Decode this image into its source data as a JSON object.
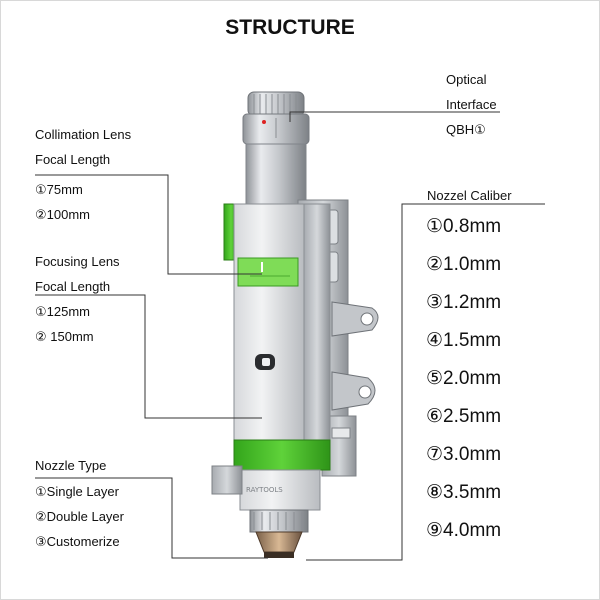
{
  "title": "STRUCTURE",
  "optical": {
    "line1": "Optical",
    "line2": "Interface",
    "line3": "QBH①"
  },
  "collimation": {
    "line1": "Collimation Lens",
    "line2": "Focal Length",
    "options": [
      "①75mm",
      "②100mm"
    ]
  },
  "focusing": {
    "line1": "Focusing Lens",
    "line2": "Focal Length",
    "options": [
      "①125mm",
      "② 150mm"
    ]
  },
  "nozzle_type": {
    "heading": "Nozzle Type",
    "options": [
      "①Single Layer",
      "②Double Layer",
      "③Customerize"
    ]
  },
  "nozzle_caliber": {
    "heading": "Nozzel Caliber",
    "options": [
      "①0.8mm",
      "②1.0mm",
      "③1.2mm",
      "④1.5mm",
      "⑤2.0mm",
      "⑥2.5mm",
      "⑦3.0mm",
      "⑧3.5mm",
      "⑨4.0mm"
    ]
  },
  "brand": "RAYTOOLS",
  "colors": {
    "accent_green": "#4cc02a",
    "metal": "#c9ccd0",
    "leader_line": "#333333"
  }
}
